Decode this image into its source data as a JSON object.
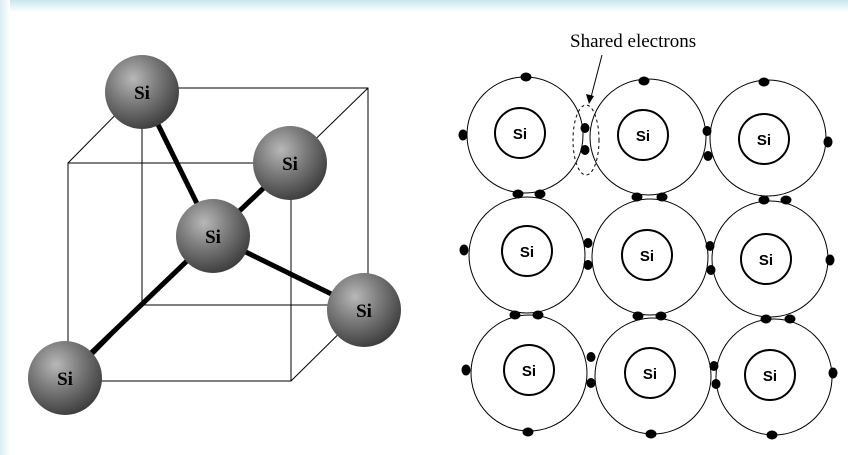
{
  "tetrahedral_structure": {
    "center_atom": "Si",
    "neighbor_atoms": [
      "Si",
      "Si",
      "Si",
      "Si"
    ]
  },
  "lattice": {
    "callout": "Shared electrons",
    "atoms": [
      [
        "Si",
        "Si",
        "Si"
      ],
      [
        "Si",
        "Si",
        "Si"
      ],
      [
        "Si",
        "Si",
        "Si"
      ]
    ]
  },
  "colors": {
    "atom_sphere": "#6e6e6e",
    "bond": "#000000",
    "border_glow": "#b8dce8"
  }
}
